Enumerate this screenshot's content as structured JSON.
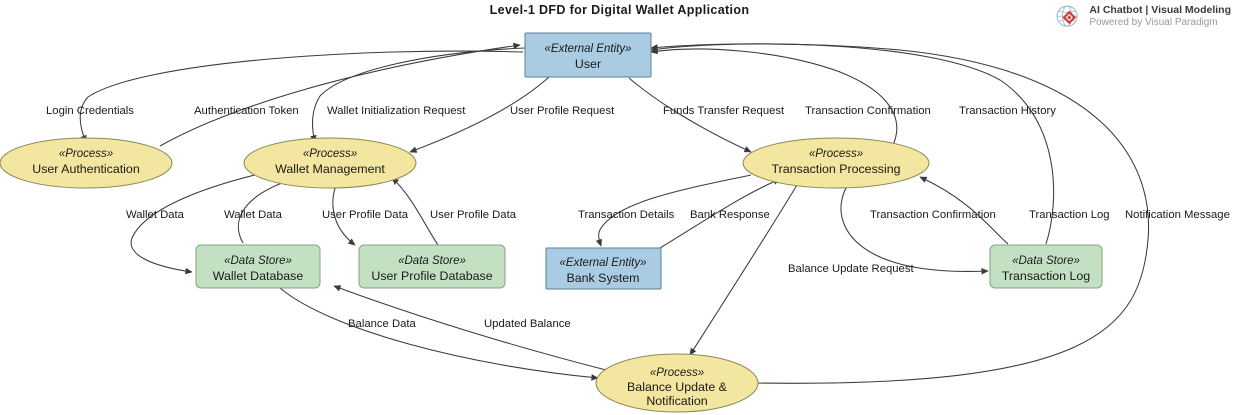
{
  "header": {
    "title": "Level-1 DFD for Digital Wallet Application",
    "brand_line1": "AI Chatbot | Visual Modeling",
    "brand_line2": "Powered by Visual Paradigm"
  },
  "theme": {
    "process_fill": "#f2e6a0",
    "process_stroke": "#8a8a55",
    "entity_fill": "#a9cce3",
    "entity_stroke": "#5d7f99",
    "store_fill": "#c3e0c3",
    "store_stroke": "#7fa67f",
    "edge_color": "#3b3b3b",
    "text_color": "#1a1a1a",
    "background": "#ffffff"
  },
  "nodes": [
    {
      "id": "user",
      "stereotype": "«External Entity»",
      "name": "User",
      "kind": "external-entity"
    },
    {
      "id": "user_auth",
      "stereotype": "«Process»",
      "name": "User Authentication",
      "kind": "process"
    },
    {
      "id": "wallet_mgmt",
      "stereotype": "«Process»",
      "name": "Wallet Management",
      "kind": "process"
    },
    {
      "id": "txn_proc",
      "stereotype": "«Process»",
      "name": "Transaction Processing",
      "kind": "process"
    },
    {
      "id": "wallet_db",
      "stereotype": "«Data Store»",
      "name": "Wallet Database",
      "kind": "data-store"
    },
    {
      "id": "profile_db",
      "stereotype": "«Data Store»",
      "name": "User Profile Database",
      "kind": "data-store"
    },
    {
      "id": "bank_sys",
      "stereotype": "«External Entity»",
      "name": "Bank System",
      "kind": "external-entity"
    },
    {
      "id": "txn_log",
      "stereotype": "«Data Store»",
      "name": "Transaction Log",
      "kind": "data-store"
    },
    {
      "id": "balance_upd",
      "stereotype": "«Process»",
      "name": "Balance Update &\nNotification",
      "name_line1": "Balance Update &",
      "name_line2": "Notification",
      "kind": "process"
    }
  ],
  "edges": [
    {
      "id": "e1",
      "label": "Login Credentials",
      "from": "user",
      "to": "user_auth"
    },
    {
      "id": "e2",
      "label": "Authentication Token",
      "from": "user_auth",
      "to": "user"
    },
    {
      "id": "e3",
      "label": "Wallet Initialization Request",
      "from": "user",
      "to": "wallet_mgmt"
    },
    {
      "id": "e4",
      "label": "User Profile Request",
      "from": "user",
      "to": "wallet_mgmt"
    },
    {
      "id": "e5",
      "label": "Funds Transfer Request",
      "from": "user",
      "to": "txn_proc"
    },
    {
      "id": "e6",
      "label": "Transaction Confirmation",
      "from": "txn_proc",
      "to": "user"
    },
    {
      "id": "e7",
      "label": "Transaction History",
      "from": "txn_log",
      "to": "user"
    },
    {
      "id": "e8",
      "label": "Wallet Data",
      "from": "wallet_mgmt",
      "to": "wallet_db"
    },
    {
      "id": "e9",
      "label": "Wallet Data",
      "from": "wallet_db",
      "to": "wallet_mgmt"
    },
    {
      "id": "e10",
      "label": "User Profile Data",
      "from": "wallet_mgmt",
      "to": "profile_db"
    },
    {
      "id": "e11",
      "label": "User Profile Data",
      "from": "profile_db",
      "to": "wallet_mgmt"
    },
    {
      "id": "e12",
      "label": "Transaction Details",
      "from": "txn_proc",
      "to": "bank_sys"
    },
    {
      "id": "e13",
      "label": "Bank Response",
      "from": "bank_sys",
      "to": "txn_proc"
    },
    {
      "id": "e14",
      "label": "Transaction Confirmation",
      "from": "txn_proc",
      "to": "txn_log"
    },
    {
      "id": "e15",
      "label": "Transaction Log",
      "from": "txn_log",
      "to": "txn_proc"
    },
    {
      "id": "e16",
      "label": "Notification Message",
      "from": "balance_upd",
      "to": "user"
    },
    {
      "id": "e17",
      "label": "Balance Update Request",
      "from": "txn_proc",
      "to": "balance_upd"
    },
    {
      "id": "e18",
      "label": "Balance Data",
      "from": "wallet_db",
      "to": "balance_upd"
    },
    {
      "id": "e19",
      "label": "Updated Balance",
      "from": "balance_upd",
      "to": "wallet_db"
    }
  ]
}
